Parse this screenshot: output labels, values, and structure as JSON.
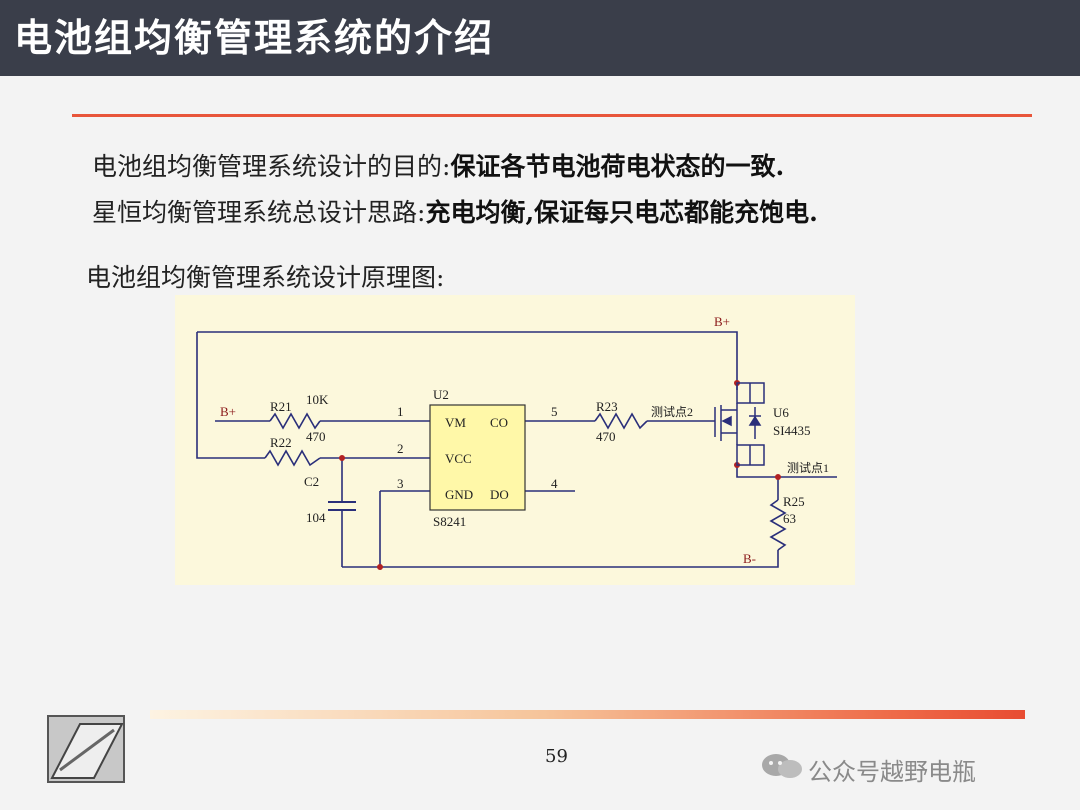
{
  "title": "电池组均衡管理系统的介绍",
  "lines": {
    "l1_plain": "电池组均衡管理系统设计的目的:",
    "l1_bold": "保证各节电池荷电状态的一致.",
    "l2_plain": "星恒均衡管理系统总设计思路:",
    "l2_bold": "充电均衡,保证每只电芯都能充饱电.",
    "l3": "电池组均衡管理系统设计原理图:"
  },
  "schematic": {
    "bplus_left": "B+",
    "bplus_top": "B+",
    "bminus": "B-",
    "r21": "R21",
    "r21_val": "10K",
    "r21_val2": "470",
    "r22": "R22",
    "c2": "C2",
    "c2_val": "104",
    "u2": "U2",
    "u2_part": "S8241",
    "pin1": "1",
    "pin2": "2",
    "pin3": "3",
    "pin4": "4",
    "pin5": "5",
    "vm": "VM",
    "vcc": "VCC",
    "gnd": "GND",
    "co": "CO",
    "do": "DO",
    "r23": "R23",
    "r23_val": "470",
    "test2": "测试点2",
    "test1": "测试点1",
    "u6": "U6",
    "u6_part": "SI4435",
    "r25": "R25",
    "r25_val": "63"
  },
  "page_number": "59",
  "watermark": "公众号越野电瓶"
}
